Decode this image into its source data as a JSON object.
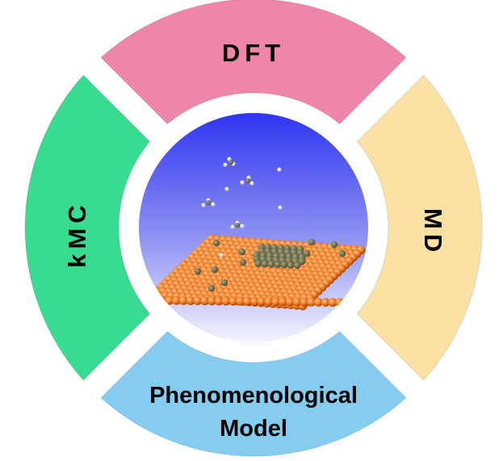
{
  "diagram": {
    "segments": [
      {
        "id": "top",
        "label": "DFT",
        "color": "#ee86aa"
      },
      {
        "id": "right",
        "label": "MD",
        "color": "#fbe2a4"
      },
      {
        "id": "bottom",
        "label_line1": "Phenomenological",
        "label_line2": "Model",
        "color": "#85cdf0"
      },
      {
        "id": "left",
        "label": "kMC",
        "color": "#37dc90"
      }
    ],
    "center": {
      "gradient_top": "#2f36f2",
      "gradient_bottom": "#f4f4fd",
      "slab_color": "#f07a1e",
      "adsorbate_color": "#6b6b45"
    }
  }
}
